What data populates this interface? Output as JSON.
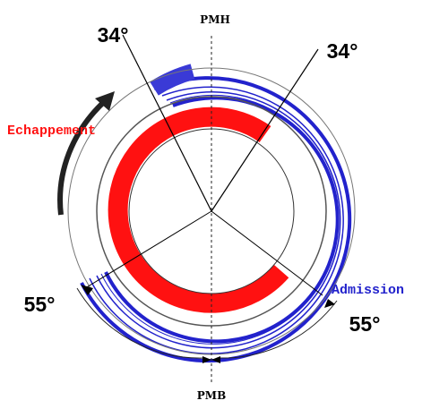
{
  "diagram": {
    "top_label": "PMH",
    "bottom_label": "PMB",
    "angle_top_left": "34°",
    "angle_top_right": "34°",
    "angle_bottom_left": "55°",
    "angle_bottom_right": "55°",
    "exhaust_label": "Echappement",
    "intake_label": "Admission",
    "colors": {
      "exhaust": "#ff1111",
      "intake": "#2222cc",
      "line": "#000000",
      "ring": "#555555"
    }
  }
}
